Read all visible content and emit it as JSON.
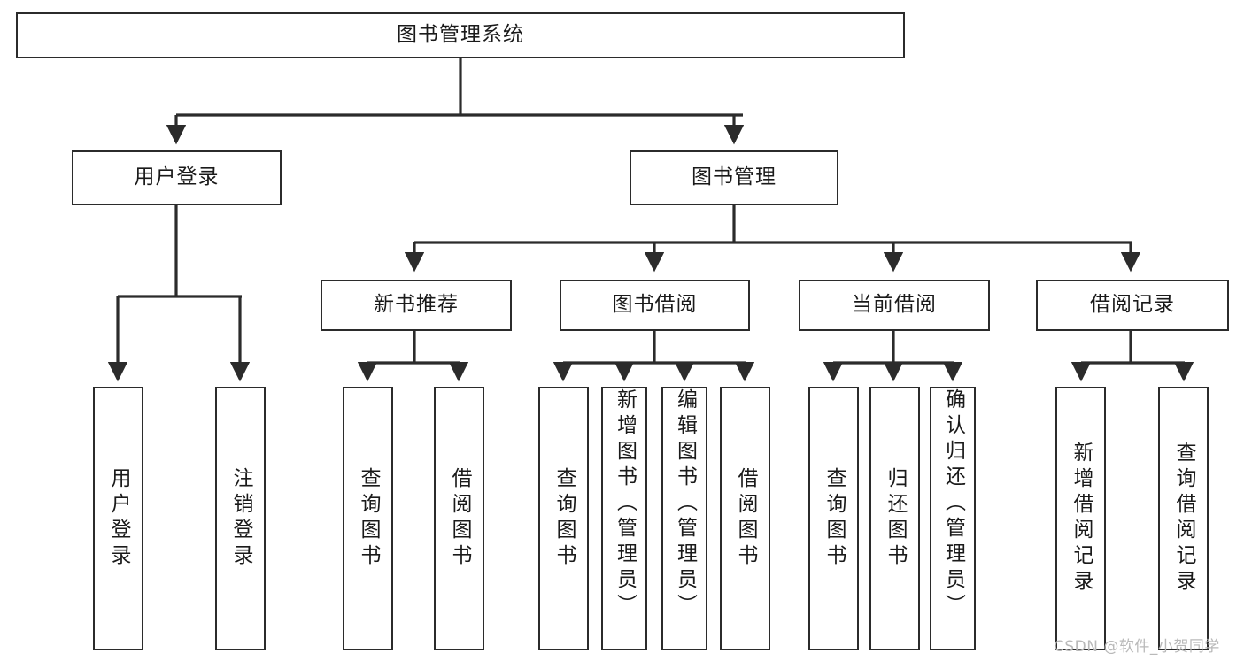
{
  "diagram": {
    "type": "tree-hierarchy",
    "title": "图书管理系统",
    "watermark": "CSDN @软件_小贺同学",
    "edge_color": "#2b2b2b",
    "box_border_color": "#2b2b2b",
    "box_fill_color": "#ffffff",
    "text_color": "#1a1a1a",
    "watermark_color": "#b9b9b9",
    "nodes": {
      "root": {
        "label": "图书管理系统",
        "level": 0
      },
      "l1": [
        {
          "label": "用户登录",
          "level": 1
        },
        {
          "label": "图书管理",
          "level": 1
        }
      ],
      "l2": [
        {
          "label": "新书推荐",
          "level": 2
        },
        {
          "label": "图书借阅",
          "level": 2
        },
        {
          "label": "当前借阅",
          "level": 2
        },
        {
          "label": "借阅记录",
          "level": 2
        }
      ],
      "leaves": [
        {
          "label": "用户登录",
          "parent": "用户登录",
          "level": 3
        },
        {
          "label": "注销登录",
          "parent": "用户登录",
          "level": 3
        },
        {
          "label": "查询图书",
          "parent": "新书推荐",
          "level": 3
        },
        {
          "label": "借阅图书",
          "parent": "新书推荐",
          "level": 3
        },
        {
          "label": "查询图书",
          "parent": "图书借阅",
          "level": 3
        },
        {
          "label": "新增图书（管理员）",
          "parent": "图书借阅",
          "level": 3
        },
        {
          "label": "编辑图书（管理员）",
          "parent": "图书借阅",
          "level": 3
        },
        {
          "label": "借阅图书",
          "parent": "图书借阅",
          "level": 3
        },
        {
          "label": "查询图书",
          "parent": "当前借阅",
          "level": 3
        },
        {
          "label": "归还图书",
          "parent": "当前借阅",
          "level": 3
        },
        {
          "label": "确认归还（管理员）",
          "parent": "当前借阅",
          "level": 3
        },
        {
          "label": "新增借阅记录",
          "parent": "借阅记录",
          "level": 3
        },
        {
          "label": "查询借阅记录",
          "parent": "借阅记录",
          "level": 3
        }
      ]
    }
  }
}
